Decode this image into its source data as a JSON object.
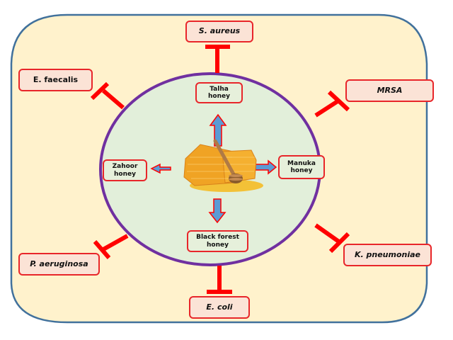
{
  "diagram": {
    "title": "",
    "center_image": "honeycomb-with-dipper",
    "honey_types": [
      {
        "id": "talha",
        "label": "Talha honey",
        "direction": "up"
      },
      {
        "id": "manuka",
        "label": "Manuka honey",
        "direction": "right"
      },
      {
        "id": "black-forest",
        "label": "Black forest honey",
        "direction": "down"
      },
      {
        "id": "zahoor",
        "label": "Zahoor honey",
        "direction": "left"
      }
    ],
    "bacteria": [
      {
        "id": "s-aureus",
        "label": "S. aureus",
        "italic": true,
        "position": "top"
      },
      {
        "id": "mrsa",
        "label": "MRSA",
        "italic": true,
        "position": "top-right"
      },
      {
        "id": "k-pneumoniae",
        "label": "K. pneumoniae",
        "italic": true,
        "position": "bottom-right"
      },
      {
        "id": "e-coli",
        "label": "E. coli",
        "italic": true,
        "position": "bottom"
      },
      {
        "id": "p-aeruginosa",
        "label": "P. aeruginosa",
        "italic": true,
        "position": "bottom-left"
      },
      {
        "id": "e-faecalis",
        "label": "E. faecalis",
        "italic": false,
        "position": "top-left"
      }
    ],
    "relation": "inhibits",
    "colors": {
      "outer_fill": "#fff2cc",
      "outer_border": "#41719c",
      "circle_fill": "#e2efda",
      "circle_border": "#7030a0",
      "inhibitor": "#ff0000",
      "arrow_fill": "#5b9bd5",
      "arrow_border": "#ff0000",
      "box_border": "#e8262a",
      "bacteria_box_fill": "#fbe3d6"
    }
  }
}
